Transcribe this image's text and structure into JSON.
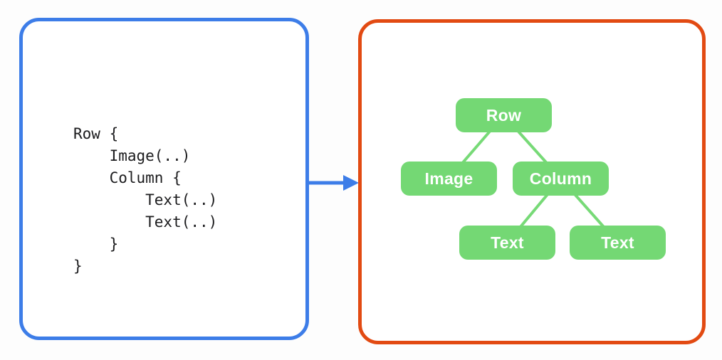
{
  "diagram": {
    "code_panel": {
      "code": "Row {\n    Image(..)\n    Column {\n        Text(..)\n        Text(..)\n    }\n}",
      "border_color": "#3d7de8"
    },
    "arrow": {
      "direction": "right",
      "color": "#3d7de8"
    },
    "tree_panel": {
      "border_color": "#e24a12",
      "node_fill_color": "#74d874",
      "edge_color": "#77da77",
      "node_text_color": "#ffffff",
      "nodes": [
        {
          "id": "row",
          "label": "Row"
        },
        {
          "id": "image",
          "label": "Image"
        },
        {
          "id": "column",
          "label": "Column"
        },
        {
          "id": "text-1",
          "label": "Text"
        },
        {
          "id": "text-2",
          "label": "Text"
        }
      ],
      "edges": [
        {
          "from": "row",
          "to": "image"
        },
        {
          "from": "row",
          "to": "column"
        },
        {
          "from": "column",
          "to": "text-1"
        },
        {
          "from": "column",
          "to": "text-2"
        }
      ]
    }
  }
}
